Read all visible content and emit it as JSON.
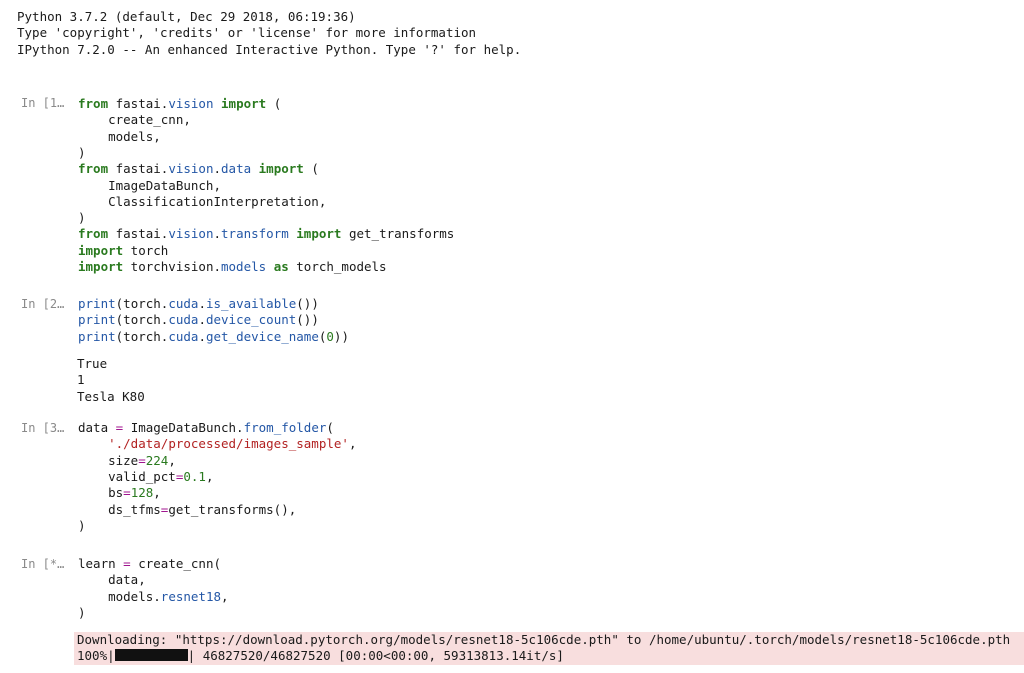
{
  "banner": [
    "Python 3.7.2 (default, Dec 29 2018, 06:19:36)",
    "Type 'copyright', 'credits' or 'license' for more information",
    "IPython 7.2.0 -- An enhanced Interactive Python. Type '?' for help."
  ],
  "cells": [
    {
      "prompt": "In [1…"
    },
    {
      "prompt": "In [2…",
      "output": [
        "True",
        "1",
        "Tesla K80"
      ]
    },
    {
      "prompt": "In [3…"
    },
    {
      "prompt": "In [*…"
    }
  ],
  "download": {
    "line1": "Downloading: \"https://download.pytorch.org/models/resnet18-5c106cde.pth\" to /home/ubuntu/.torch/models/resnet18-5c106cde.pth",
    "progress_percent": 100,
    "percent_label": "100%|",
    "progress_tail": "| 46827520/46827520 [00:00<00:00, 59313813.14it/s]"
  },
  "colors": {
    "keyword": "#2a7a1f",
    "attribute": "#2457a6",
    "string": "#b22222",
    "number": "#2a7a1f",
    "operator": "#a0158f",
    "stderr_bg": "#f8dede"
  }
}
